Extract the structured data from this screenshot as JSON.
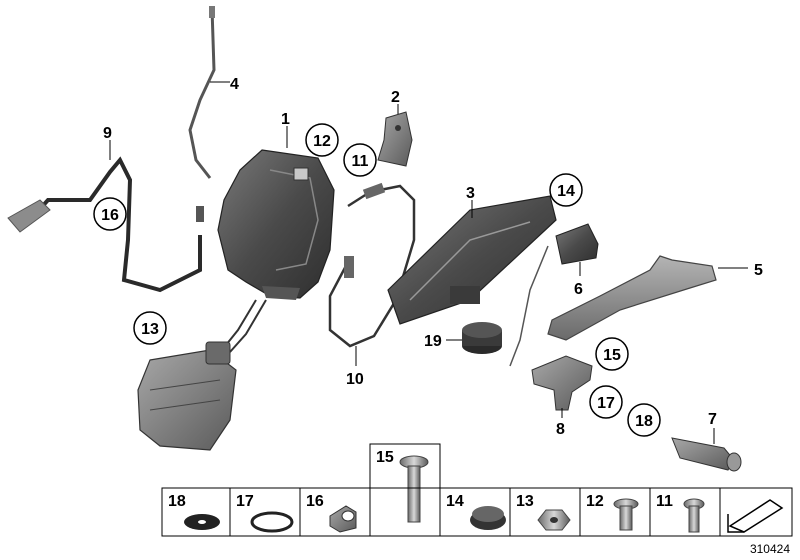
{
  "callouts": {
    "c1": "1",
    "c2": "2",
    "c3": "3",
    "c4": "4",
    "c5": "5",
    "c6": "6",
    "c7": "7",
    "c8": "8",
    "c9": "9",
    "c10": "10",
    "c11": "11",
    "c12": "12",
    "c13": "13",
    "c14": "14",
    "c15": "15",
    "c16": "16",
    "c17": "17",
    "c18": "18",
    "c19": "19"
  },
  "legend": {
    "l15": "15",
    "l18": "18",
    "l17": "17",
    "l16": "16",
    "l14": "14",
    "l13": "13",
    "l12": "12",
    "l11": "11"
  },
  "reference_number": "310424",
  "colors": {
    "part_dark": "#3c3c3c",
    "part_mid": "#6e6e6e",
    "part_light": "#9a9a9a",
    "handle": "#8a8a8a",
    "line": "#000000"
  }
}
